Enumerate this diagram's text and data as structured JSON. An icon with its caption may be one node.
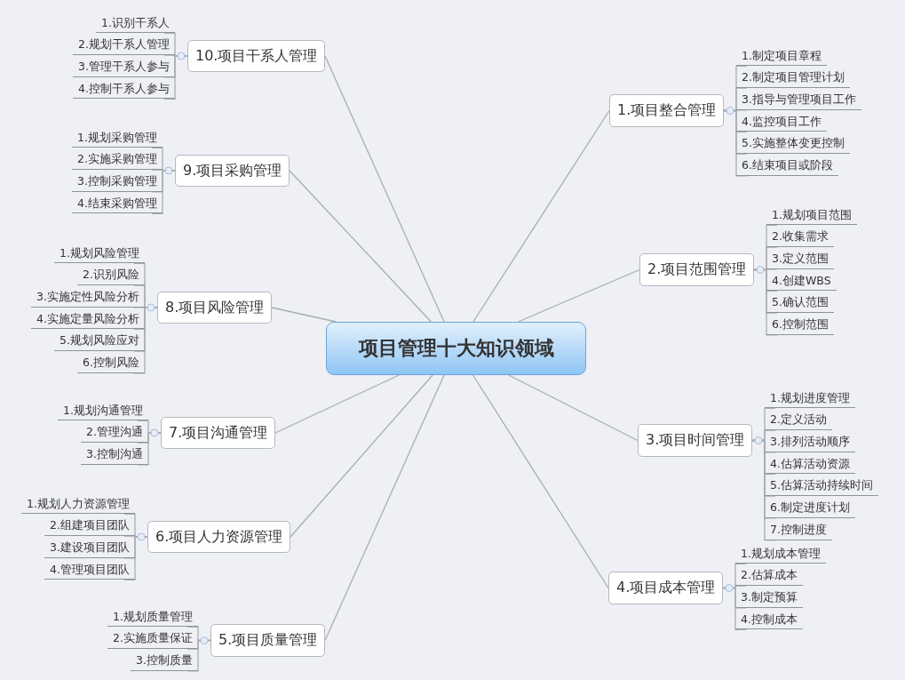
{
  "diagram": {
    "nodes": [
      {
        "text": [
          "项目管理十大知识领域"
        ]
      },
      {
        "text": [
          "1.项目整合管理"
        ]
      },
      {
        "text": [
          "1.制定项目章程"
        ]
      },
      {
        "text": [
          "2.制定项目管理计划"
        ]
      },
      {
        "text": [
          "3.指导与管理项目工作"
        ]
      },
      {
        "text": [
          "4.监控项目工作"
        ]
      },
      {
        "text": [
          "5.实施整体变更控制"
        ]
      },
      {
        "text": [
          "6.结束项目或阶段"
        ]
      },
      {
        "text": [
          "2.项目范围管理"
        ]
      },
      {
        "text": [
          "1.规划项目范围"
        ]
      },
      {
        "text": [
          "2.收集需求"
        ]
      },
      {
        "text": [
          "3.定义范围"
        ]
      },
      {
        "text": [
          "4.创建WBS"
        ]
      },
      {
        "text": [
          "5.确认范围"
        ]
      },
      {
        "text": [
          "6.控制范围"
        ]
      },
      {
        "text": [
          "3.项目时间管理"
        ]
      },
      {
        "text": [
          "1.规划进度管理"
        ]
      },
      {
        "text": [
          "2.定义活动"
        ]
      },
      {
        "text": [
          "3.排列活动顺序"
        ]
      },
      {
        "text": [
          "4.估算活动资源"
        ]
      },
      {
        "text": [
          "5.估算活动持续时间"
        ]
      },
      {
        "text": [
          "6.制定进度计划"
        ]
      },
      {
        "text": [
          "7.控制进度"
        ]
      },
      {
        "text": [
          "4.项目成本管理"
        ]
      },
      {
        "text": [
          "1.规划成本管理"
        ]
      },
      {
        "text": [
          "2.估算成本"
        ]
      },
      {
        "text": [
          "3.制定预算"
        ]
      },
      {
        "text": [
          "4.控制成本"
        ]
      },
      {
        "text": [
          "5.项目质量管理"
        ]
      },
      {
        "text": [
          "1.规划质量管理"
        ]
      },
      {
        "text": [
          "2.实施质量保证"
        ]
      },
      {
        "text": [
          "3.控制质量"
        ]
      },
      {
        "text": [
          "6.项目人力资源管理"
        ]
      },
      {
        "text": [
          "1.规划人力资源管理"
        ]
      },
      {
        "text": [
          "2.组建项目团队"
        ]
      },
      {
        "text": [
          "3.建设项目团队"
        ]
      },
      {
        "text": [
          "4.管理项目团队"
        ]
      },
      {
        "text": [
          "7.项目沟通管理"
        ]
      },
      {
        "text": [
          "1.规划沟通管理"
        ]
      },
      {
        "text": [
          "2.管理沟通"
        ]
      },
      {
        "text": [
          "3.控制沟通"
        ]
      },
      {
        "text": [
          "8.项目风险管理"
        ]
      },
      {
        "text": [
          "1.规划风险管理"
        ]
      },
      {
        "text": [
          "2.识别风险"
        ]
      },
      {
        "text": [
          "3.实施定性风险分析"
        ]
      },
      {
        "text": [
          "4.实施定量风险分析"
        ]
      },
      {
        "text": [
          "5.规划风险应对"
        ]
      },
      {
        "text": [
          "6.控制风险"
        ]
      },
      {
        "text": [
          "9.项目采购管理"
        ]
      },
      {
        "text": [
          "1.规划采购管理"
        ]
      },
      {
        "text": [
          "2.实施采购管理"
        ]
      },
      {
        "text": [
          "3.控制采购管理"
        ]
      },
      {
        "text": [
          "4.结束采购管理"
        ]
      },
      {
        "text": [
          "10.项目干系人管理"
        ]
      },
      {
        "text": [
          "1.识别干系人"
        ]
      },
      {
        "text": [
          "2.规划干系人管理"
        ]
      },
      {
        "text": [
          "3.管理干系人参与"
        ]
      },
      {
        "text": [
          "4.控制干系人参与"
        ]
      }
    ],
    "edges": [
      {
        "from": 0,
        "to": 1,
        "arrow": "none"
      },
      {
        "from": 0,
        "to": 8,
        "arrow": "none"
      },
      {
        "from": 0,
        "to": 15,
        "arrow": "none"
      },
      {
        "from": 0,
        "to": 23,
        "arrow": "none"
      },
      {
        "from": 0,
        "to": 28,
        "arrow": "none"
      },
      {
        "from": 0,
        "to": 32,
        "arrow": "none"
      },
      {
        "from": 0,
        "to": 37,
        "arrow": "none"
      },
      {
        "from": 0,
        "to": 41,
        "arrow": "none"
      },
      {
        "from": 0,
        "to": 48,
        "arrow": "none"
      },
      {
        "from": 0,
        "to": 53,
        "arrow": "none"
      },
      {
        "from": 1,
        "to": 2,
        "arrow": "none"
      },
      {
        "from": 1,
        "to": 3,
        "arrow": "none"
      },
      {
        "from": 1,
        "to": 4,
        "arrow": "none"
      },
      {
        "from": 1,
        "to": 5,
        "arrow": "none"
      },
      {
        "from": 1,
        "to": 6,
        "arrow": "none"
      },
      {
        "from": 1,
        "to": 7,
        "arrow": "none"
      },
      {
        "from": 8,
        "to": 9,
        "arrow": "none"
      },
      {
        "from": 8,
        "to": 10,
        "arrow": "none"
      },
      {
        "from": 8,
        "to": 11,
        "arrow": "none"
      },
      {
        "from": 8,
        "to": 12,
        "arrow": "none"
      },
      {
        "from": 8,
        "to": 13,
        "arrow": "none"
      },
      {
        "from": 8,
        "to": 14,
        "arrow": "none"
      },
      {
        "from": 15,
        "to": 16,
        "arrow": "none"
      },
      {
        "from": 15,
        "to": 17,
        "arrow": "none"
      },
      {
        "from": 15,
        "to": 18,
        "arrow": "none"
      },
      {
        "from": 15,
        "to": 19,
        "arrow": "none"
      },
      {
        "from": 15,
        "to": 20,
        "arrow": "none"
      },
      {
        "from": 15,
        "to": 21,
        "arrow": "none"
      },
      {
        "from": 15,
        "to": 22,
        "arrow": "none"
      },
      {
        "from": 23,
        "to": 24,
        "arrow": "none"
      },
      {
        "from": 23,
        "to": 25,
        "arrow": "none"
      },
      {
        "from": 23,
        "to": 26,
        "arrow": "none"
      },
      {
        "from": 23,
        "to": 27,
        "arrow": "none"
      },
      {
        "from": 28,
        "to": 29,
        "arrow": "none"
      },
      {
        "from": 28,
        "to": 30,
        "arrow": "none"
      },
      {
        "from": 28,
        "to": 31,
        "arrow": "none"
      },
      {
        "from": 32,
        "to": 33,
        "arrow": "none"
      },
      {
        "from": 32,
        "to": 34,
        "arrow": "none"
      },
      {
        "from": 32,
        "to": 35,
        "arrow": "none"
      },
      {
        "from": 32,
        "to": 36,
        "arrow": "none"
      },
      {
        "from": 37,
        "to": 38,
        "arrow": "none"
      },
      {
        "from": 37,
        "to": 39,
        "arrow": "none"
      },
      {
        "from": 37,
        "to": 40,
        "arrow": "none"
      },
      {
        "from": 41,
        "to": 42,
        "arrow": "none"
      },
      {
        "from": 41,
        "to": 43,
        "arrow": "none"
      },
      {
        "from": 41,
        "to": 44,
        "arrow": "none"
      },
      {
        "from": 41,
        "to": 45,
        "arrow": "none"
      },
      {
        "from": 41,
        "to": 46,
        "arrow": "none"
      },
      {
        "from": 41,
        "to": 47,
        "arrow": "none"
      },
      {
        "from": 48,
        "to": 49,
        "arrow": "none"
      },
      {
        "from": 48,
        "to": 50,
        "arrow": "none"
      },
      {
        "from": 48,
        "to": 51,
        "arrow": "none"
      },
      {
        "from": 48,
        "to": 52,
        "arrow": "none"
      },
      {
        "from": 53,
        "to": 54,
        "arrow": "none"
      },
      {
        "from": 53,
        "to": 55,
        "arrow": "none"
      },
      {
        "from": 53,
        "to": 56,
        "arrow": "none"
      },
      {
        "from": 53,
        "to": 57,
        "arrow": "none"
      }
    ]
  }
}
